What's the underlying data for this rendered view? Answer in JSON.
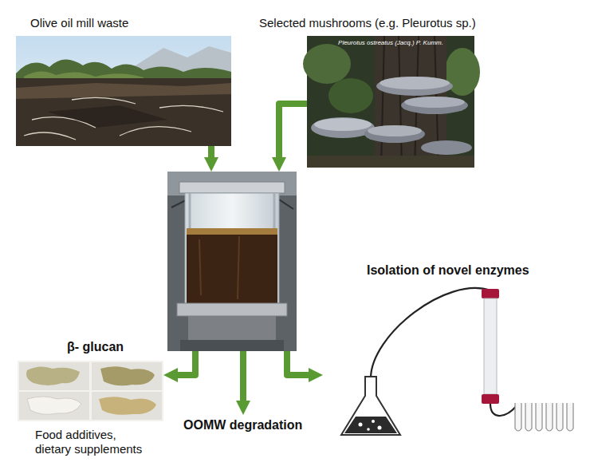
{
  "diagram": {
    "nodes": [
      {
        "text": [
          "Olive oil mill waste"
        ]
      },
      {
        "text": [
          "Selected mushrooms (e.g. Pleurotus sp.)",
          "Pleurotus ostreatus (Jacq.) P. Kumm."
        ]
      },
      {
        "text": []
      },
      {
        "text": [
          "β- glucan",
          "Food additives, dietary supplements"
        ]
      },
      {
        "text": [
          "OOMW degradation"
        ]
      },
      {
        "text": [
          "Isolation of novel enzymes"
        ]
      }
    ],
    "edges": [
      {
        "from": 0,
        "to": 2,
        "arrow": "to"
      },
      {
        "from": 1,
        "to": 2,
        "arrow": "to"
      },
      {
        "from": 2,
        "to": 3,
        "arrow": "to"
      },
      {
        "from": 2,
        "to": 4,
        "arrow": "to"
      },
      {
        "from": 2,
        "to": 5,
        "arrow": "to"
      }
    ]
  }
}
